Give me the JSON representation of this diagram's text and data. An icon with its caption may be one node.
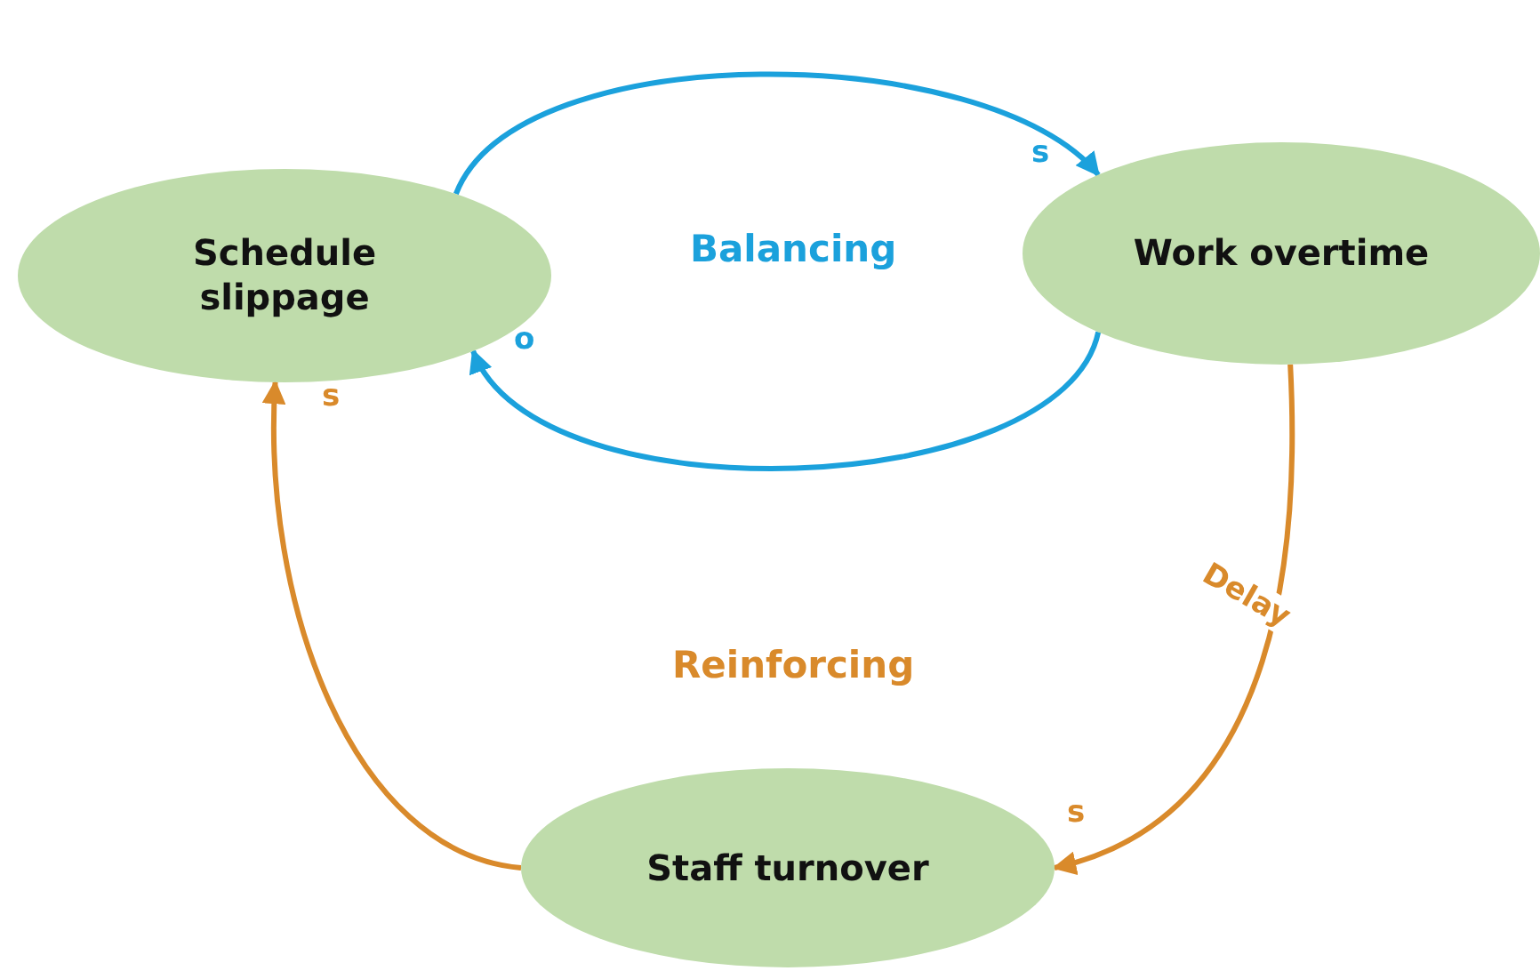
{
  "diagram": {
    "nodes": [
      {
        "text": [
          "Schedule slippage"
        ]
      },
      {
        "text": [
          "Work overtime"
        ]
      },
      {
        "text": [
          "Staff turnover"
        ]
      }
    ],
    "edges": [
      {
        "from": 0,
        "to": 1,
        "arrow": "to",
        "color": "#1ba1dc"
      },
      {
        "from": 1,
        "to": 0,
        "arrow": "to",
        "color": "#1ba1dc"
      },
      {
        "from": 1,
        "to": 2,
        "arrow": "to",
        "label": "Delay",
        "color": "#d98a2b"
      },
      {
        "from": 2,
        "to": 0,
        "arrow": "to",
        "color": "#d98a2b"
      }
    ],
    "labels": [
      "s",
      "Balancing",
      "o",
      "s",
      "Reinforcing",
      "s"
    ]
  }
}
